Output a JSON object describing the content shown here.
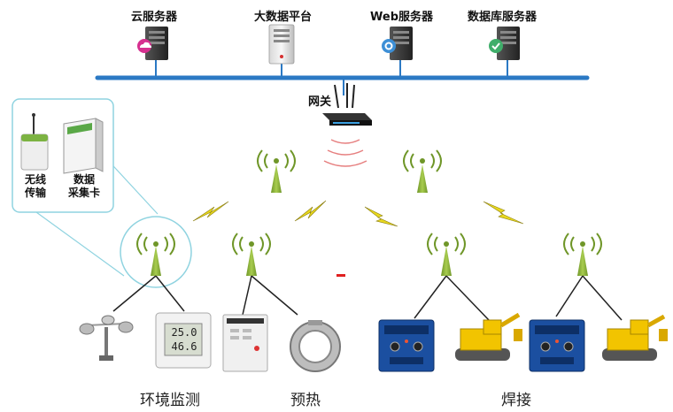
{
  "servers": {
    "cloud": "云服务器",
    "bigdata": "大数据平台",
    "web": "Web服务器",
    "database": "数据库服务器"
  },
  "gateway": "网关",
  "modules": {
    "wireless_line1": "无线",
    "wireless_line2": "传输",
    "card_line1": "数据",
    "card_line2": "采集卡"
  },
  "groups": {
    "environment": "环境监测",
    "preheat": "预热",
    "welding": "焊接"
  },
  "sensor_readout": {
    "line1": "25.0",
    "line2": "46.6"
  },
  "colors": {
    "bus": "#2b79c4",
    "antenna": "#8db33a",
    "bolt": "#e8d81f",
    "welder": "#1b4fa0",
    "excavator": "#f2c400"
  }
}
